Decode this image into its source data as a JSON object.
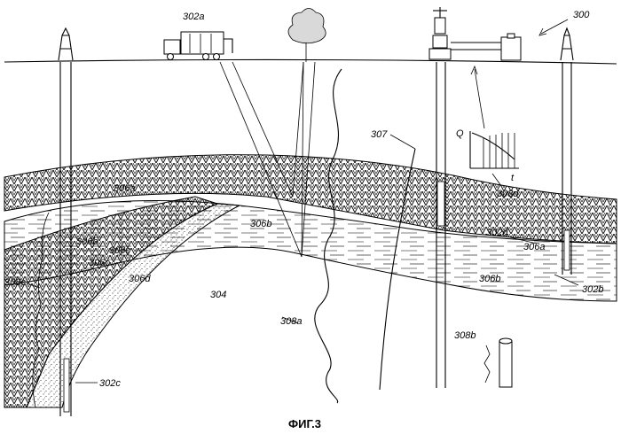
{
  "labels": {
    "system": "300",
    "truck": "302a",
    "well_right": "302b",
    "well_left": "302c",
    "well_center": "302d",
    "formation_main": "304",
    "layer_a_top": "306a",
    "layer_a_right": "306a",
    "layer_b_left": "306b",
    "layer_b_center": "306b",
    "layer_b_right": "306b",
    "layer_c": "306c",
    "layer_c_left": "306c",
    "layer_d": "306d",
    "fault": "307",
    "fracture": "308a",
    "core": "308b",
    "log": "308c",
    "graph": "308d",
    "graph_q_axis": "Q",
    "graph_t_axis": "t"
  },
  "caption": "ФИГ.3",
  "colors": {
    "line": "#000000",
    "background": "#ffffff",
    "hatch": "#000000",
    "stipple": "#000000"
  },
  "icons": [
    "drilling-rig-icon",
    "truck-icon",
    "smoke-plume-icon",
    "production-facility-icon",
    "core-sample-icon"
  ]
}
